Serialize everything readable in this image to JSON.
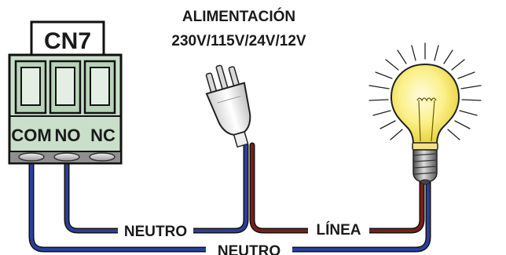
{
  "connector": {
    "title": "CN7",
    "terminals": [
      "COM",
      "NO",
      "NC"
    ]
  },
  "power": {
    "title": "ALIMENTACIÓN",
    "voltages": "230V/115V/24V/12V"
  },
  "wires": {
    "neutral_1": "NEUTRO",
    "line": "LÍNEA",
    "neutral_2": "NEUTRO"
  },
  "colors": {
    "blue_wire": "#2b3f9a",
    "brown_wire": "#7a1f17",
    "terminal_body": "#c9dfc9",
    "bulb_glass": "#fbf08a"
  }
}
